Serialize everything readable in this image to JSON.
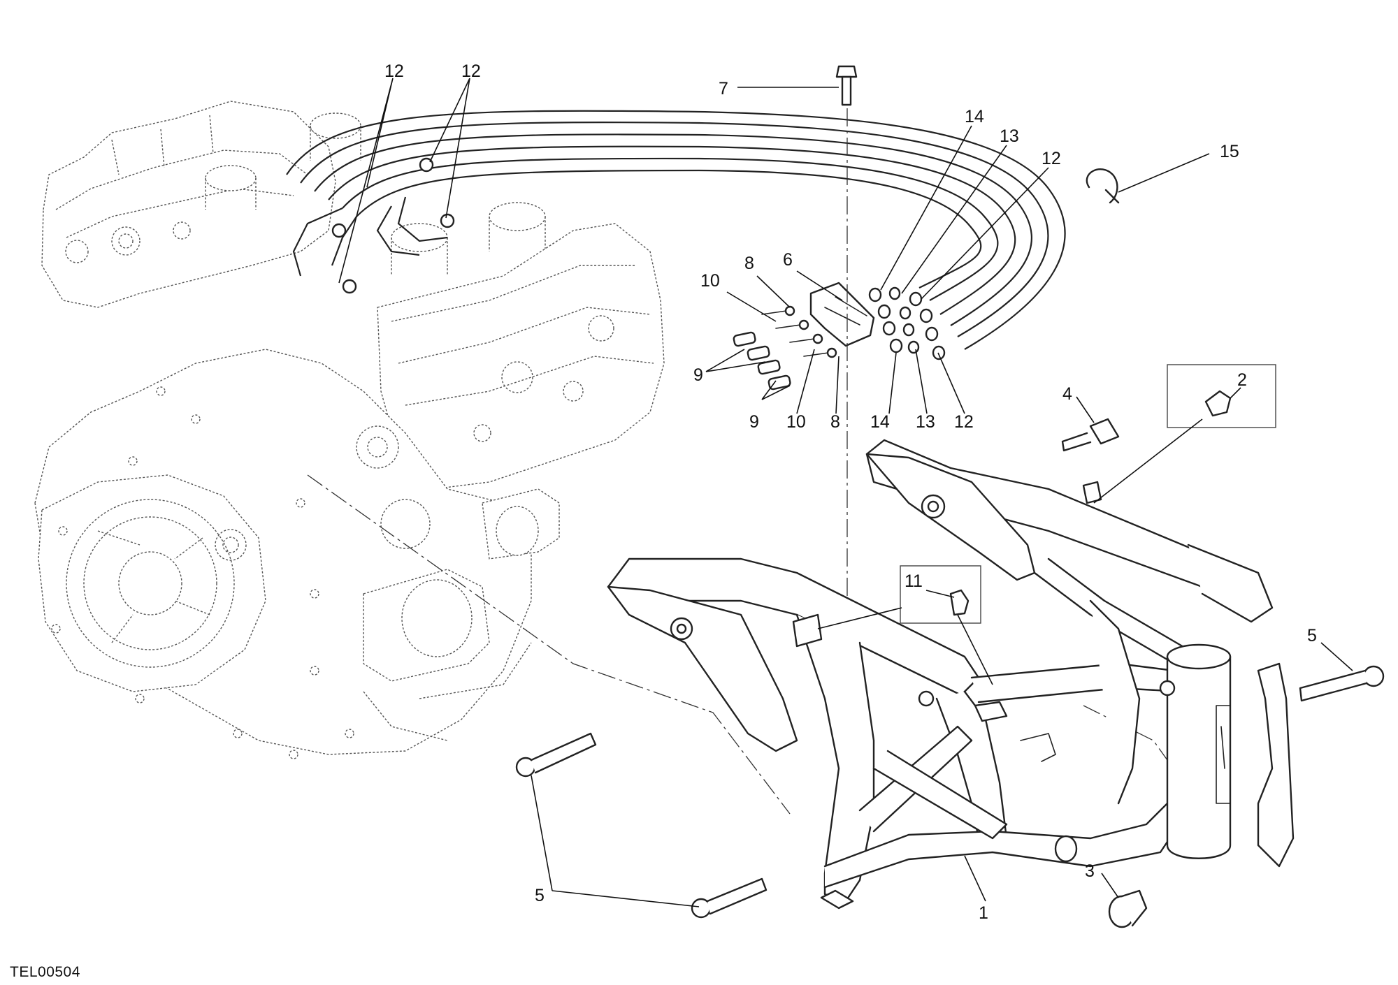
{
  "drawing_code": "TEL00504",
  "callouts": {
    "c12a": "12",
    "c12b": "12",
    "c12c": "12",
    "c12d": "12",
    "c7": "7",
    "c14a": "14",
    "c13a": "13",
    "c15": "15",
    "c6": "6",
    "c8a": "8",
    "c10a": "10",
    "c9a": "9",
    "c9b": "9",
    "c10b": "10",
    "c8b": "8",
    "c14b": "14",
    "c13b": "13",
    "c4": "4",
    "c2": "2",
    "c11": "11",
    "c5a": "5",
    "c5b": "5",
    "c3": "3",
    "c1": "1"
  }
}
